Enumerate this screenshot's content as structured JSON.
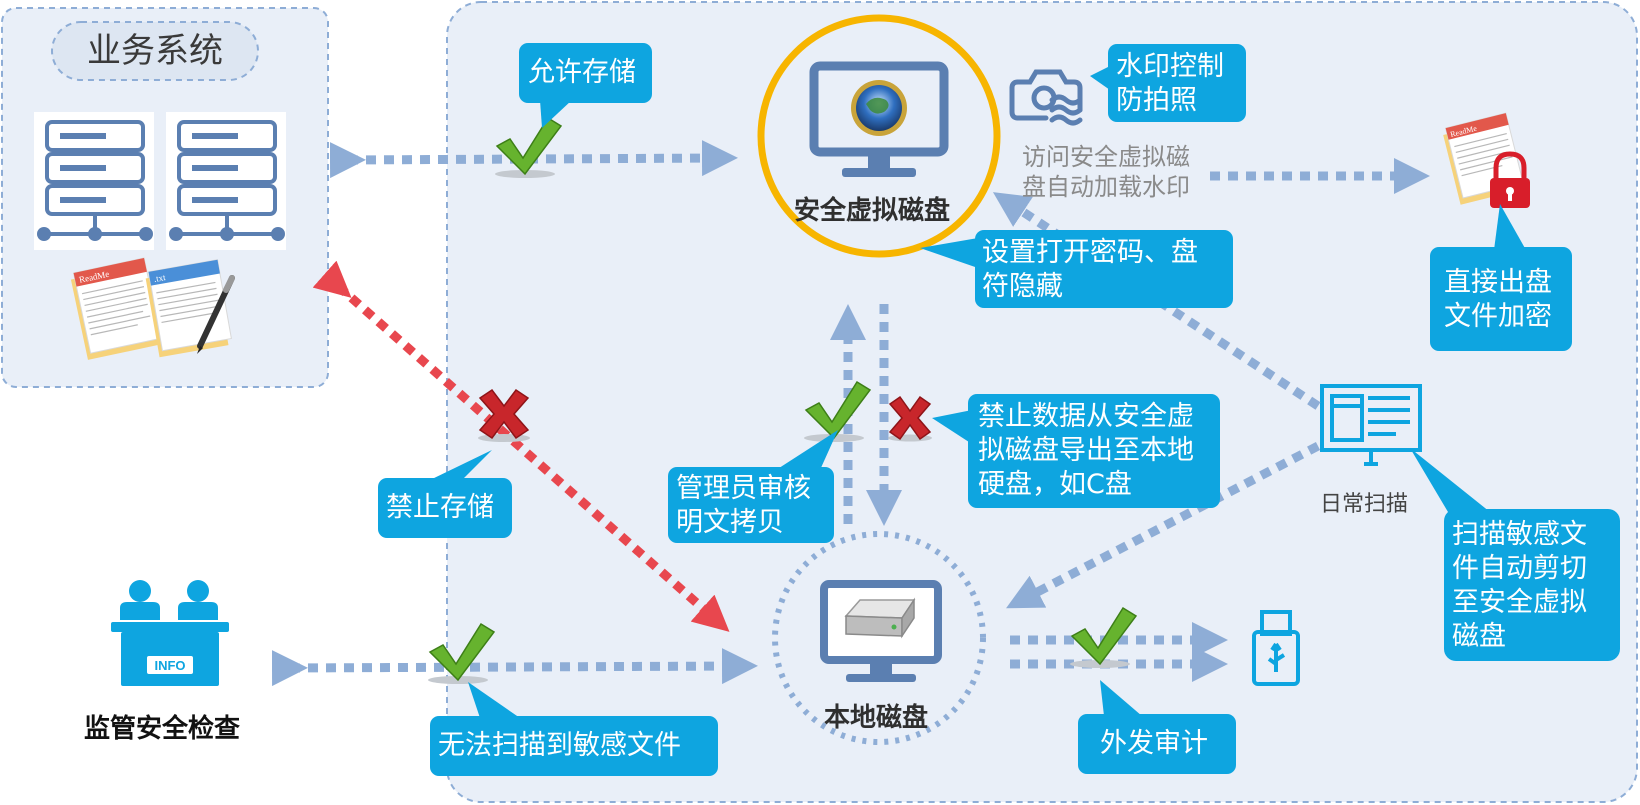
{
  "business_system": {
    "title": "业务系统"
  },
  "virtual_disk": {
    "label": "安全虚拟磁盘"
  },
  "local_disk": {
    "label": "本地磁盘"
  },
  "supervision": {
    "label": "监管安全检查",
    "badge": "INFO"
  },
  "daily_scan": {
    "label": "日常扫描"
  },
  "access_watermark_note": "访问安全虚拟磁\n盘自动加载水印",
  "readme_icon_text": "ReadMe",
  "txt_icon_text": ".txt",
  "callouts": {
    "allow_storage": "允许存储",
    "watermark": "水印控制\n防拍照",
    "password": "设置打开密码、盘\n符隐藏",
    "direct_encrypt": "直接出盘\n文件加密",
    "forbid_storage": "禁止存储",
    "admin_review": "管理员审核\n明文拷贝",
    "forbid_export": "禁止数据从安全虚\n拟磁盘导出至本地\n硬盘，如C盘",
    "scan_cut": "扫描敏感文\n件自动剪切\n至安全虚拟\n磁盘",
    "no_scan": "无法扫描到敏感文件",
    "outbound_audit": "外发审计"
  },
  "colors": {
    "callout": "#0ea5e0",
    "arrow_blue": "#8eadd6",
    "arrow_red": "#e8474e",
    "ring": "#f7b500",
    "icon_blue": "#5b7fb1",
    "panel_bg": "#e9eff8",
    "check_green": "#66b32e",
    "cross_red": "#c8262b"
  }
}
